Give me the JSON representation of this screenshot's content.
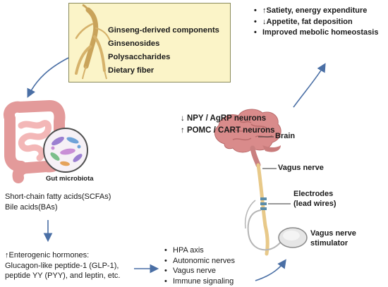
{
  "ginseng_box": {
    "items": [
      "Ginseng-derived components",
      "Ginsenosides",
      "Polysaccharides",
      "Dietary fiber"
    ]
  },
  "effects": [
    "↑Satiety, energy expenditure",
    "↓Appetite, fat deposition",
    "Improved mebolic homeostasis"
  ],
  "neurons": {
    "npy": "↓ NPY / AgRP neurons",
    "pomc": "↑ POMC / CART neurons"
  },
  "labels": {
    "brain": "Brain",
    "vagus_nerve": "Vagus nerve",
    "electrodes_line1": "Electrodes",
    "electrodes_line2": "(lead wires)",
    "stimulator_line1": "Vagus nerve",
    "stimulator_line2": "stimulator",
    "gut_microbiota": "Gut microbiota"
  },
  "metabolites": {
    "line1": "Short-chain fatty acids(SCFAs)",
    "line2": "Bile acids(BAs)"
  },
  "hormones": {
    "line1": "↑Enterogenic hormones:",
    "line2": "Glucagon-like peptide-1 (GLP-1),",
    "line3": "peptide YY (PYY), and leptin, etc."
  },
  "mechanisms": [
    "HPA axis",
    "Autonomic nerves",
    "Vagus nerve",
    "Immune signaling"
  ],
  "colors": {
    "arrow": "#4a6fa5",
    "box_fill": "#fbf4c8",
    "brain": "#d98b8b",
    "nerve": "#e8c989",
    "gut": "#f0a6a6"
  }
}
